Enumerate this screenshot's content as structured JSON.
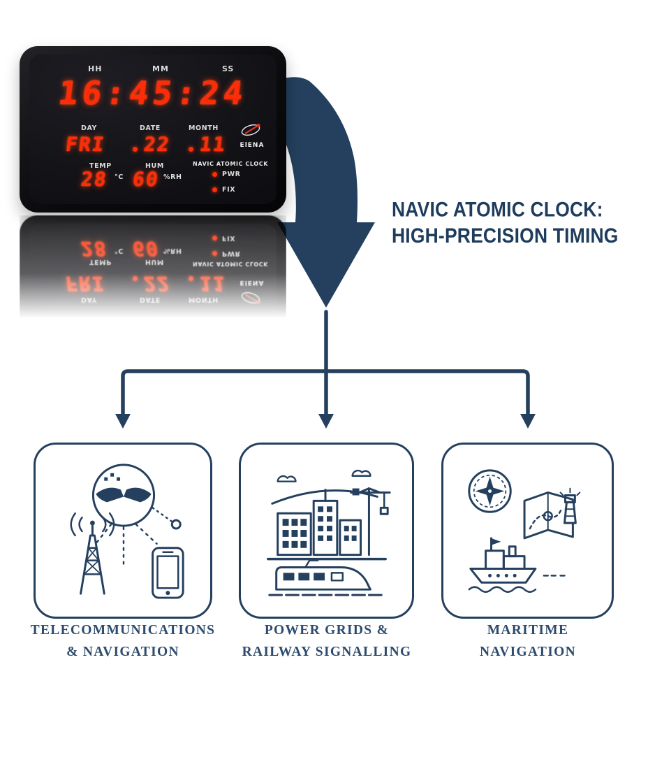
{
  "clock": {
    "top_labels": {
      "hh": "HH",
      "mm": "MM",
      "ss": "SS"
    },
    "time": "16:45:24",
    "mid_labels": {
      "day": "DAY",
      "date": "DATE",
      "month": "MONTH"
    },
    "day": "FRI",
    "date": "22",
    "month": "11",
    "brand": "ElENA",
    "product": "NAVIC ATOMIC CLOCK",
    "bottom_labels": {
      "temp": "TEMP",
      "hum": "HUM",
      "temp_unit": "°C",
      "hum_unit": "%RH"
    },
    "temp": "28",
    "hum": "60",
    "indicators": {
      "pwr": "PWR",
      "fix": "FIX"
    }
  },
  "headline": {
    "line1": "NAVIC ATOMIC CLOCK:",
    "line2": "HIGH-PRECISION TIMING"
  },
  "applications": [
    {
      "id": "telecom",
      "label_line1": "TELECOMMUNICATIONS",
      "label_line2": "& NAVIGATION"
    },
    {
      "id": "power",
      "label_line1": "POWER GRIDS &",
      "label_line2": "RAILWAY SIGNALLING"
    },
    {
      "id": "maritime",
      "label_line1": "MARITIME",
      "label_line2": "NAVIGATION"
    }
  ],
  "colors": {
    "navy": "#24405e",
    "led_red": "#ff2c07"
  }
}
